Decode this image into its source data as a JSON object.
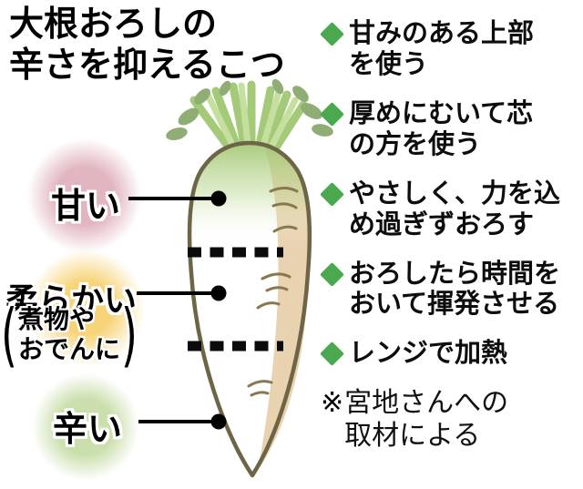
{
  "title": {
    "line1": "大根おろしの",
    "line2": "辛さを抑えるこつ"
  },
  "zones": {
    "sweet": {
      "label": "甘い"
    },
    "soft": {
      "label": "柔らかい",
      "paren_open": "(",
      "paren_close": ")",
      "use_line1": "煮物や",
      "use_line2": "おでんに"
    },
    "spicy": {
      "label": "辛い"
    }
  },
  "tips": {
    "items": [
      {
        "line1": "甘みのある上部",
        "line2": "を使う"
      },
      {
        "line1": "厚めにむいて芯",
        "line2": "の方を使う"
      },
      {
        "line1": "やさしく、力を込",
        "line2": "め過ぎずおろす"
      },
      {
        "line1": "おろしたら時間を",
        "line2": "おいて揮発させる"
      },
      {
        "line1": "レンジで加熱"
      }
    ],
    "source_note": {
      "marker": "※",
      "line1": "宮地さんへの",
      "line2": "取材による"
    }
  },
  "icons": {
    "bullet": "diamond-icon",
    "illustration": "daikon-radish-illustration"
  },
  "colors": {
    "bullet_green": "#4aa84e",
    "sweet_circle_pink": "#e2b6c0",
    "soft_circle_yellow": "#f7d479",
    "spicy_circle_green": "#cbdfad",
    "daikon_outline_brown": "#6e6546",
    "daikon_shade_tan": "#e8d2b0",
    "daikon_top_green": "#9ac36a",
    "leaf_green": "#a4c979",
    "leaf_sage": "#90ad75",
    "marker_black": "#000000"
  }
}
